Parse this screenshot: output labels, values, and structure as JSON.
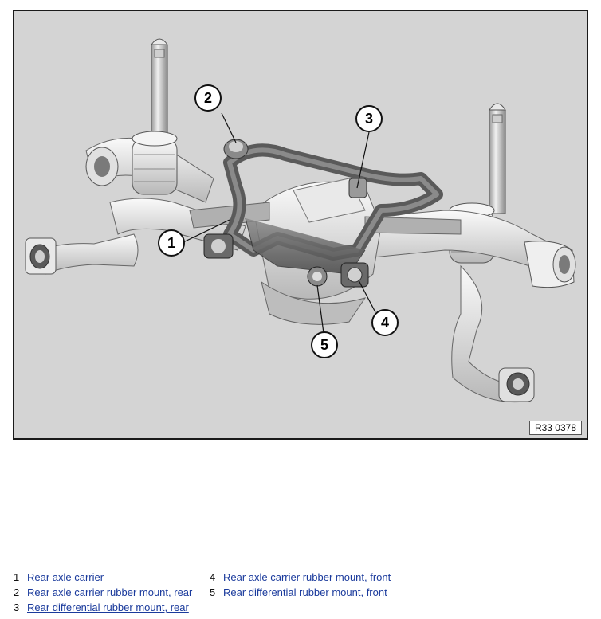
{
  "figure": {
    "code": "R33 0378",
    "callouts": [
      "1",
      "2",
      "3",
      "4",
      "5"
    ]
  },
  "legend": [
    {
      "num": "1",
      "label": "Rear axle carrier"
    },
    {
      "num": "2",
      "label": "Rear axle carrier rubber mount, rear"
    },
    {
      "num": "3",
      "label": "Rear differential rubber mount, rear"
    },
    {
      "num": "4",
      "label": "Rear axle carrier rubber mount, front"
    },
    {
      "num": "5",
      "label": "Rear differential rubber mount, front"
    }
  ],
  "colors": {
    "background": "#d4d4d4",
    "part_light": "#f4f4f4",
    "part_shade": "#9a9a9a",
    "carrier": "#6e6e6e",
    "link": "#1a3a9c"
  }
}
